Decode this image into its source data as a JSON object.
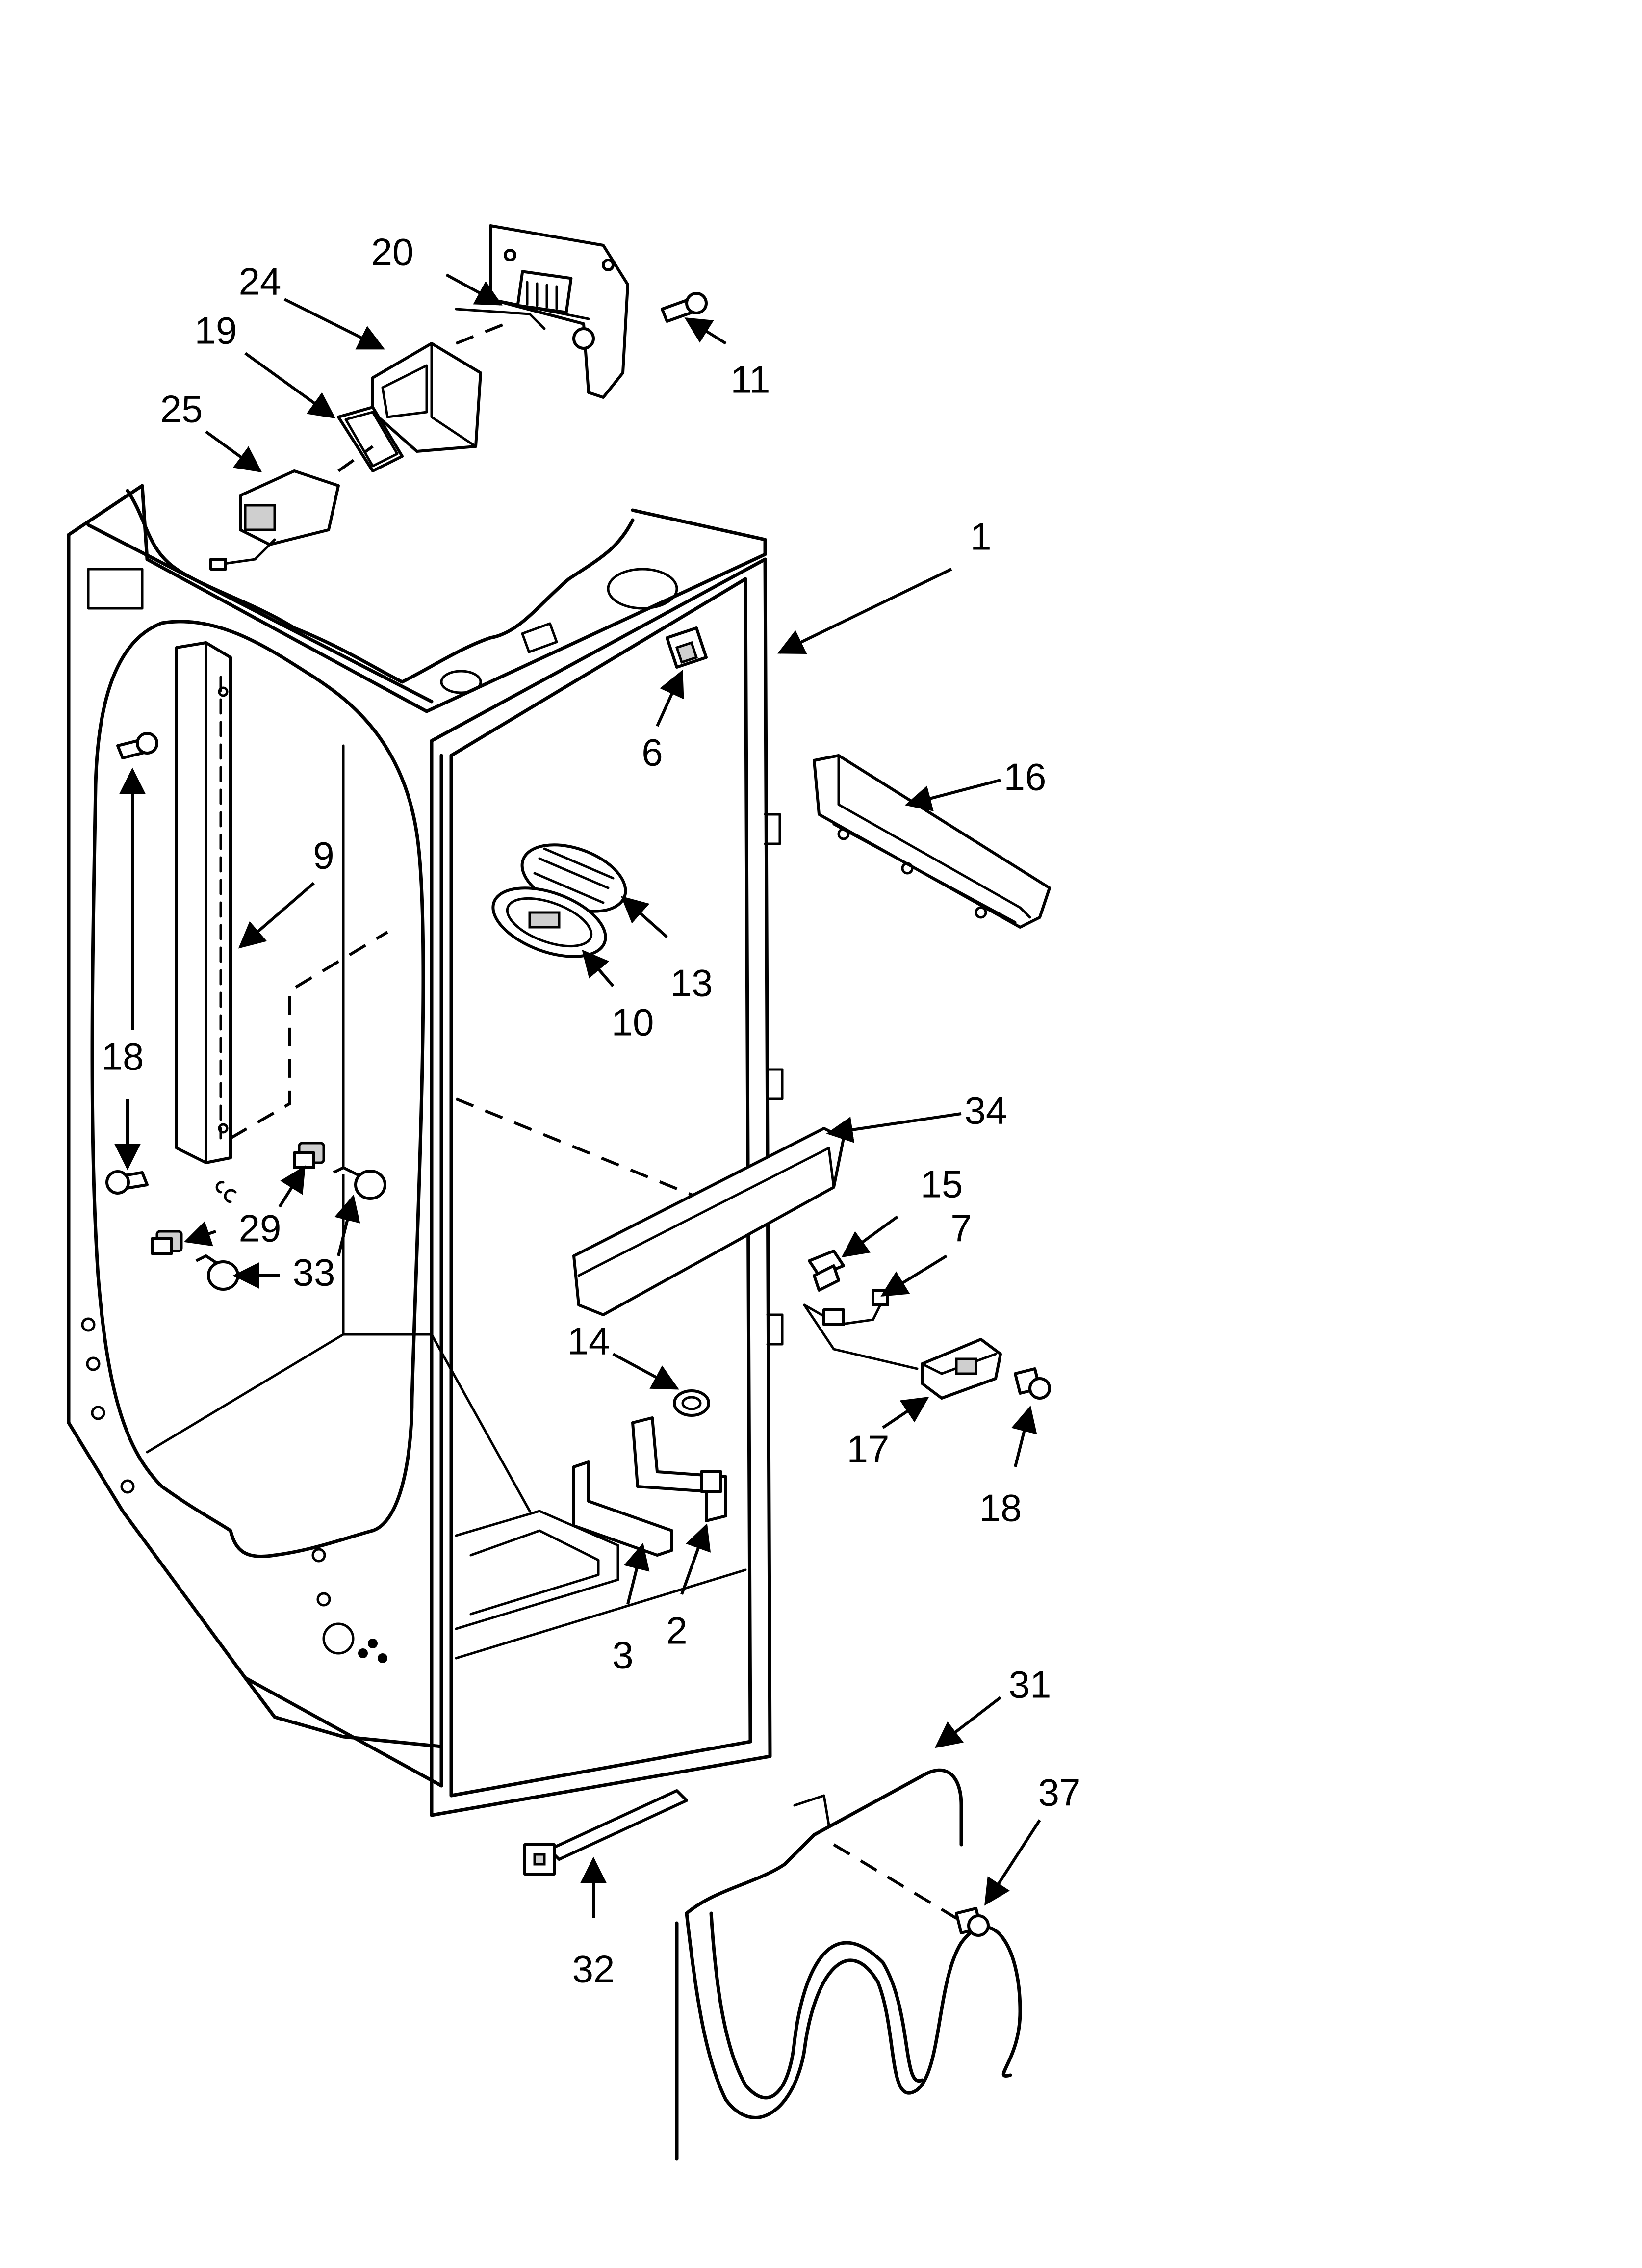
{
  "diagram": {
    "labels": [
      {
        "id": "20",
        "text": "20"
      },
      {
        "id": "24",
        "text": "24"
      },
      {
        "id": "19",
        "text": "19"
      },
      {
        "id": "25",
        "text": "25"
      },
      {
        "id": "11",
        "text": "11"
      },
      {
        "id": "1",
        "text": "1"
      },
      {
        "id": "6",
        "text": "6"
      },
      {
        "id": "16",
        "text": "16"
      },
      {
        "id": "9",
        "text": "9"
      },
      {
        "id": "13",
        "text": "13"
      },
      {
        "id": "10",
        "text": "10"
      },
      {
        "id": "18a",
        "text": "18"
      },
      {
        "id": "34",
        "text": "34"
      },
      {
        "id": "15",
        "text": "15"
      },
      {
        "id": "7",
        "text": "7"
      },
      {
        "id": "29",
        "text": "29"
      },
      {
        "id": "33",
        "text": "33"
      },
      {
        "id": "14",
        "text": "14"
      },
      {
        "id": "17",
        "text": "17"
      },
      {
        "id": "18b",
        "text": "18"
      },
      {
        "id": "3",
        "text": "3"
      },
      {
        "id": "2",
        "text": "2"
      },
      {
        "id": "31",
        "text": "31"
      },
      {
        "id": "37",
        "text": "37"
      },
      {
        "id": "32",
        "text": "32"
      }
    ]
  }
}
